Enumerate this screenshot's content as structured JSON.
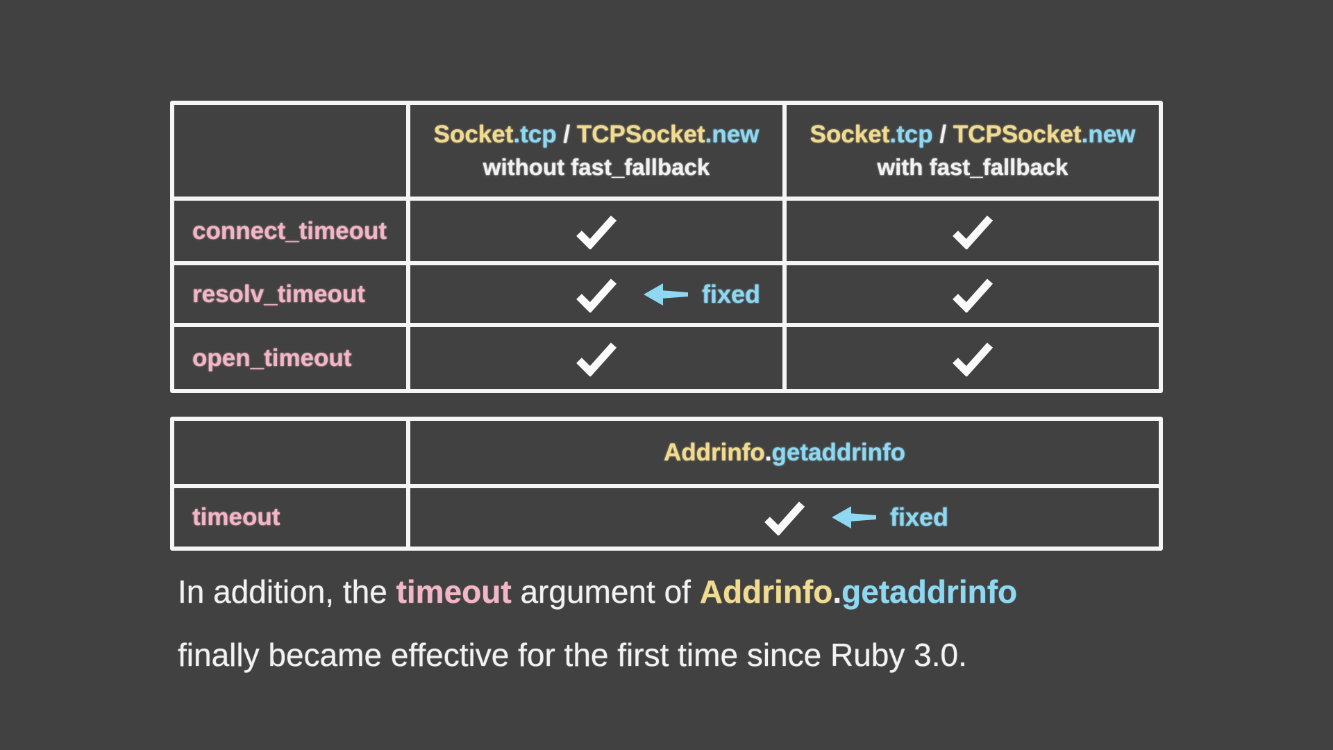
{
  "slide": {
    "background": "#414141",
    "colors": {
      "chalk_white": "#F5F5F5",
      "yellow": "#F0DB90",
      "cyan": "#8ED8F2",
      "pink": "#F2B6C6"
    },
    "icons": {
      "check-icon": "✔ (white chalk checkmark)",
      "arrow-left-icon": "← (cyan chalk arrow)"
    }
  },
  "table1": {
    "code_header": {
      "class1": "Socket",
      "method1": ".tcp",
      "separator": " / ",
      "class2": "TCPSocket",
      "method2": ".new"
    },
    "col_without_subtitle": "without fast_fallback",
    "col_with_subtitle": "with fast_fallback",
    "rows": {
      "connect": {
        "label": "connect_timeout",
        "without": "checked",
        "with": "checked"
      },
      "resolv": {
        "label": "resolv_timeout",
        "without": "checked (fixed)",
        "with": "checked"
      },
      "open": {
        "label": "open_timeout",
        "without": "checked",
        "with": "checked"
      }
    },
    "fixed_label": "fixed"
  },
  "table2": {
    "code_header": {
      "class1": "Addrinfo",
      "dot": ".",
      "method1": "getaddrinfo"
    },
    "rows": {
      "timeout": {
        "label": "timeout",
        "value": "checked (fixed)"
      }
    },
    "fixed_label": "fixed"
  },
  "caption": {
    "line1_part1": "In addition, the ",
    "line1_timeout": "timeout",
    "line1_part2": " argument of ",
    "line1_class": "Addrinfo",
    "line1_dot": ".",
    "line1_method": "getaddrinfo",
    "line2": "finally became effective for the first time since Ruby 3.0."
  }
}
